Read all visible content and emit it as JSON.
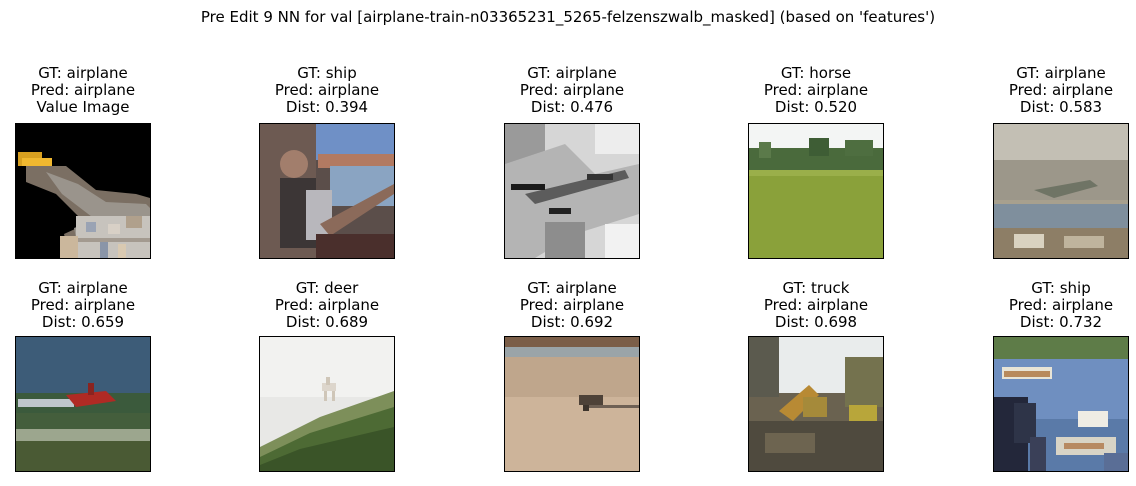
{
  "figure": {
    "title": "Pre Edit 9 NN for val [airplane-train-n03365231_5265-felzenszwalb_masked] (based on 'features')"
  },
  "panels": [
    {
      "lines": [
        "GT: airplane",
        "Pred: airplane",
        "Value Image"
      ],
      "scene": "masked-airplane"
    },
    {
      "lines": [
        "GT: ship",
        "Pred: airplane",
        "Dist: 0.394"
      ],
      "scene": "ship-people"
    },
    {
      "lines": [
        "GT: airplane",
        "Pred: airplane",
        "Dist: 0.476"
      ],
      "scene": "gray-airplane"
    },
    {
      "lines": [
        "GT: horse",
        "Pred: airplane",
        "Dist: 0.520"
      ],
      "scene": "green-field"
    },
    {
      "lines": [
        "GT: airplane",
        "Pred: airplane",
        "Dist: 0.583"
      ],
      "scene": "cloudy-plane"
    },
    {
      "lines": [
        "GT: airplane",
        "Pred: airplane",
        "Dist: 0.659"
      ],
      "scene": "red-plane-runway"
    },
    {
      "lines": [
        "GT: deer",
        "Pred: airplane",
        "Dist: 0.689"
      ],
      "scene": "deer-hill"
    },
    {
      "lines": [
        "GT: airplane",
        "Pred: airplane",
        "Dist: 0.692"
      ],
      "scene": "seaplane-beach"
    },
    {
      "lines": [
        "GT: truck",
        "Pred: airplane",
        "Dist: 0.698"
      ],
      "scene": "truck-excavator"
    },
    {
      "lines": [
        "GT: ship",
        "Pred: airplane",
        "Dist: 0.732"
      ],
      "scene": "boats-water"
    }
  ]
}
